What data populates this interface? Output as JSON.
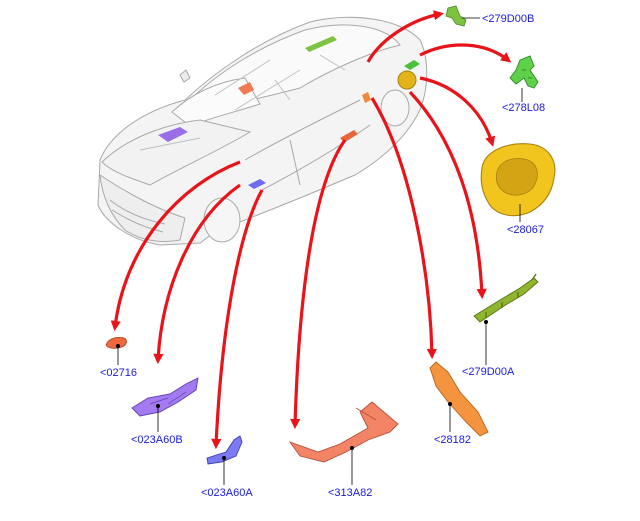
{
  "colors": {
    "arrow": "#e8141a",
    "label": "#1a1adc",
    "leader": "#000000",
    "car_line": "#a9a9a9",
    "car_fill": "#f4f4f4"
  },
  "callouts": [
    {
      "id": "p279d00b",
      "label": "<279D00B",
      "color": "#7ec242"
    },
    {
      "id": "p278l08",
      "label": "<278L08",
      "color": "#4cc23a"
    },
    {
      "id": "p28067",
      "label": "<28067",
      "color": "#e3b318"
    },
    {
      "id": "p279d00a",
      "label": "<279D00A",
      "color": "#7fa424"
    },
    {
      "id": "p28182",
      "label": "<28182",
      "color": "#f08a3a"
    },
    {
      "id": "p313a82",
      "label": "<313A82",
      "color": "#f07a54"
    },
    {
      "id": "p023a60a",
      "label": "<023A60A",
      "color": "#6d6df0"
    },
    {
      "id": "p023a60b",
      "label": "<023A60B",
      "color": "#9a6ee8"
    },
    {
      "id": "p02716",
      "label": "<02716",
      "color": "#e8663a"
    }
  ]
}
